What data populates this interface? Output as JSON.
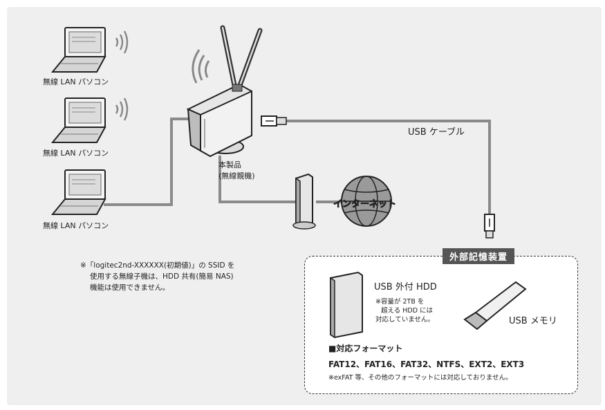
{
  "labels": {
    "pc1": "無線 LAN パソコン",
    "pc2": "無線 LAN パソコン",
    "pc3": "無線 LAN パソコン",
    "router_line1": "本製品",
    "router_line2": "(無線親機)",
    "usb_cable": "USB ケーブル",
    "internet": "インターネット",
    "storage_title": "外部記憶装置",
    "hdd": "USB 外付 HDD",
    "memory": "USB メモリ"
  },
  "note": {
    "line1": "※「logitec2nd-XXXXXX(初期値)」の SSID を",
    "line2": "使用する無線子機は、HDD 共有(簡易 NAS)",
    "line3": "機能は使用できません。"
  },
  "hdd_note": {
    "line1": "※容量が 2TB を",
    "line2": "超える HDD には",
    "line3": "対応していません。"
  },
  "formats": {
    "heading": "■対応フォーマット",
    "list": "FAT12、FAT16、FAT32、NTFS、EXT2、EXT3",
    "note": "※exFAT 等、その他のフォーマットには対応しておりません。"
  }
}
